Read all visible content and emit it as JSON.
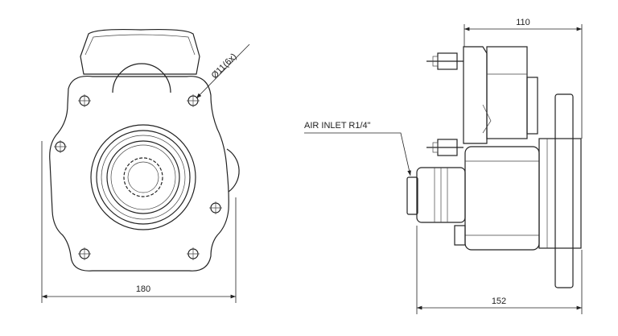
{
  "front_view": {
    "width_dimension": "180",
    "hole_callout": "Ø11(6x)"
  },
  "side_view": {
    "depth_dimension": "110",
    "length_dimension": "152",
    "air_inlet_label": "AIR INLET R1/4\""
  }
}
